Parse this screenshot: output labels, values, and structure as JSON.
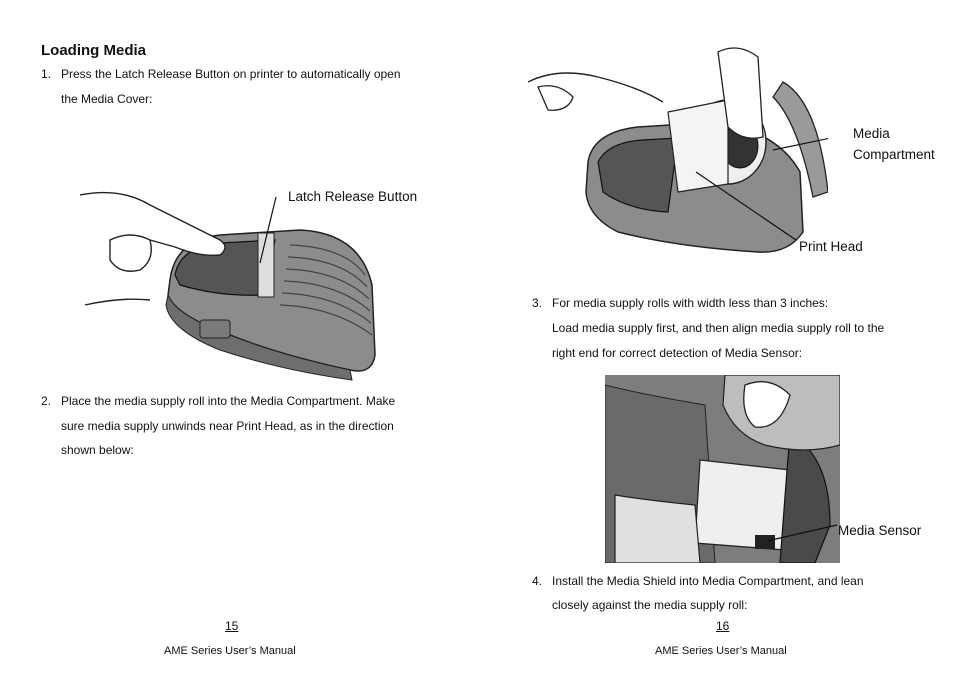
{
  "left_page": {
    "title": "Loading Media",
    "step1": {
      "number": "1.",
      "line1": "Press the Latch Release Button on printer to automatically open",
      "line2": "the Media Cover:"
    },
    "callout_latch": "Latch Release Button",
    "step2": {
      "number": "2.",
      "line1": "Place the media supply roll into the Media Compartment. Make",
      "line2": "sure media supply unwinds near Print Head, as in the direction",
      "line3": "shown below:"
    },
    "page_number": "15",
    "footer": "AME Series User’s Manual"
  },
  "right_page": {
    "callout_media_compartment_1": "Media",
    "callout_media_compartment_2": "Compartment",
    "callout_print_head": "Print Head",
    "step3": {
      "number": "3.",
      "line1": "For media supply rolls with width less than 3 inches:",
      "line2": "Load media supply first, and then align media supply roll to the",
      "line3": "right end for correct detection of Media Sensor:"
    },
    "callout_media_sensor": "Media Sensor",
    "step4": {
      "number": "4.",
      "line1": "Install the Media Shield into Media Compartment, and lean",
      "line2": "closely against the media supply roll:"
    },
    "page_number": "16",
    "footer": "AME Series User’s Manual"
  }
}
